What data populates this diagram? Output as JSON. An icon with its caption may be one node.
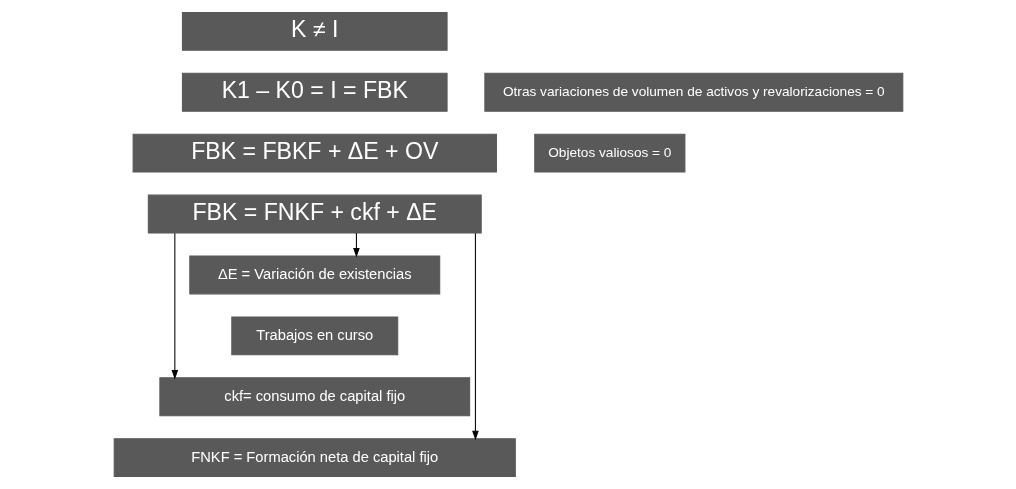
{
  "diagram": {
    "nodes": [
      {
        "text": [
          "K ≠ I"
        ]
      },
      {
        "text": [
          "K1 – K0 = I = FBK"
        ]
      },
      {
        "text": [
          "Otras variaciones de volumen de activos y revalorizaciones = 0"
        ]
      },
      {
        "text": [
          "FBK = FBKF + ΔE + OV"
        ]
      },
      {
        "text": [
          "Objetos valiosos = 0"
        ]
      },
      {
        "text": [
          "FBK = FNKF + ckf + ΔE"
        ]
      },
      {
        "text": [
          "ΔE = Variación de existencias"
        ]
      },
      {
        "text": [
          "Trabajos en curso"
        ]
      },
      {
        "text": [
          "ckf= consumo de capital fijo"
        ]
      },
      {
        "text": [
          "FNKF = Formación neta de capital fijo"
        ]
      }
    ],
    "edges": [
      {
        "from": 5,
        "to": 6,
        "arrow": "to"
      },
      {
        "from": 5,
        "to": 8,
        "arrow": "to"
      },
      {
        "from": 5,
        "to": 9,
        "arrow": "to"
      }
    ]
  }
}
